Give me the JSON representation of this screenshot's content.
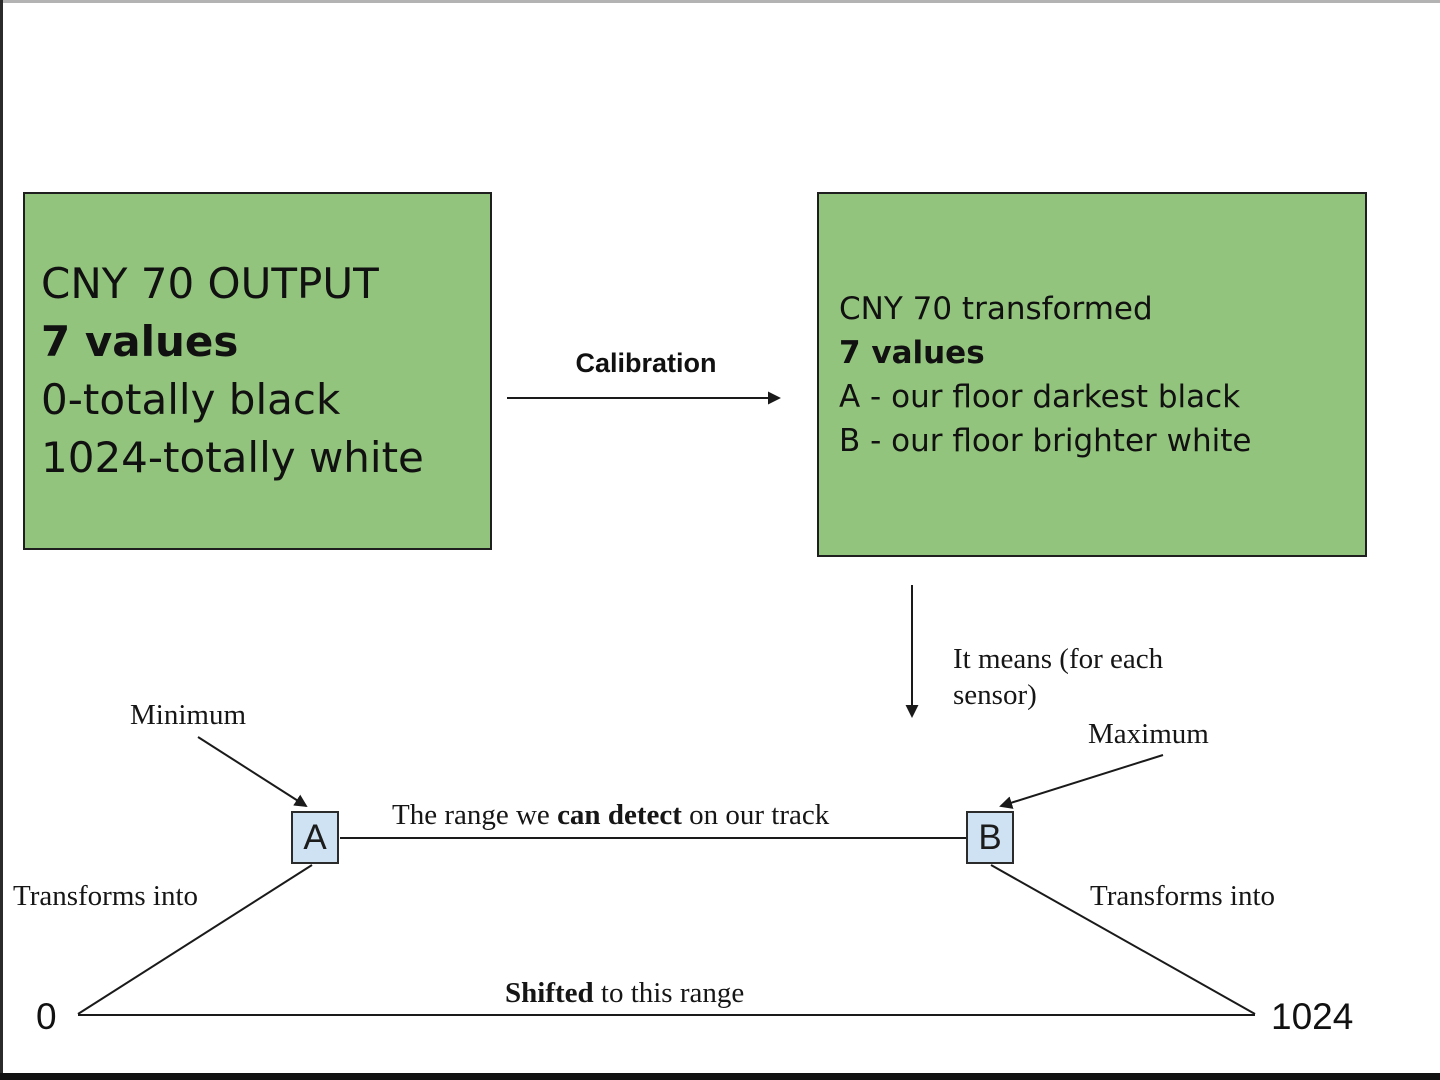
{
  "colors": {
    "box_fill_green": "#93c47d",
    "node_fill_blue": "#cfe2f3",
    "line_color": "#1a1a1a",
    "frame_top_gray": "#b3b3b3",
    "frame_bottom_black": "#111111"
  },
  "left_box": {
    "line1": "CNY 70 OUTPUT",
    "line2": "7 values",
    "line3": "0-totally black",
    "line4": "1024-totally white"
  },
  "right_box": {
    "line1": "CNY 70 transformed",
    "line2": "7 values",
    "line3": "A - our floor darkest black",
    "line4": "B - our floor brighter white"
  },
  "labels": {
    "calibration": "Calibration",
    "it_means": "It means (for each sensor)",
    "minimum": "Minimum",
    "maximum": "Maximum",
    "range_prefix": "The range we ",
    "range_bold": "can detect",
    "range_suffix": " on our track",
    "transforms_left": "Transforms into",
    "transforms_right": "Transforms into",
    "shifted_bold": "Shifted",
    "shifted_suffix": " to this range"
  },
  "nodes": {
    "a": "A",
    "b": "B"
  },
  "scale": {
    "min": "0",
    "max": "1024"
  }
}
